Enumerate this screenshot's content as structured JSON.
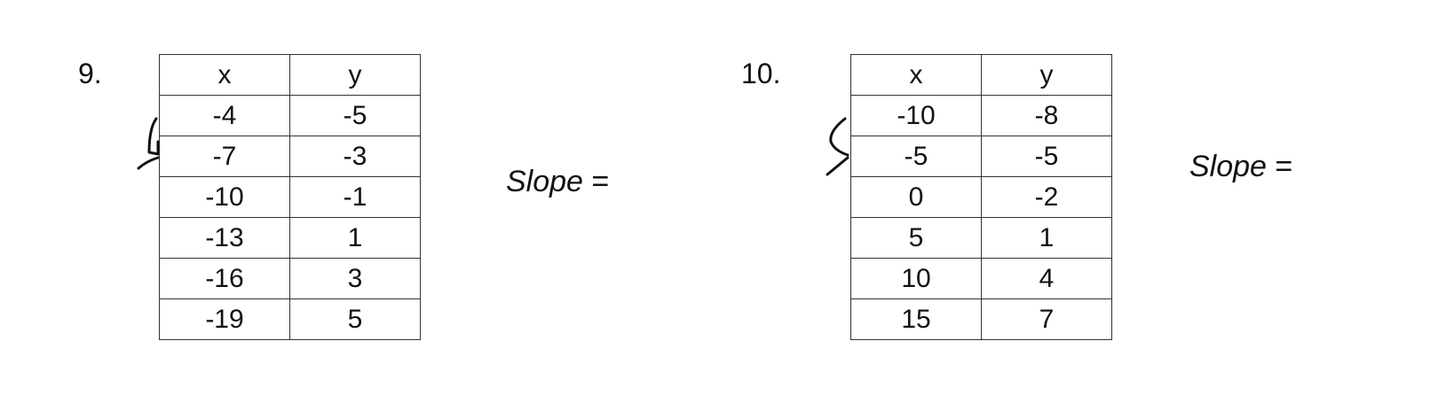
{
  "problems": [
    {
      "number": "9.",
      "headers": [
        "x",
        "y"
      ],
      "rows": [
        [
          "-4",
          "-5"
        ],
        [
          "-7",
          "-3"
        ],
        [
          "-10",
          "-1"
        ],
        [
          "-13",
          "1"
        ],
        [
          "-16",
          "3"
        ],
        [
          "-19",
          "5"
        ]
      ],
      "slope_label": "Slope",
      "slope_eq": "="
    },
    {
      "number": "10.",
      "headers": [
        "x",
        "y"
      ],
      "rows": [
        [
          "-10",
          "-8"
        ],
        [
          "-5",
          "-5"
        ],
        [
          "0",
          "-2"
        ],
        [
          "5",
          "1"
        ],
        [
          "10",
          "4"
        ],
        [
          "15",
          "7"
        ]
      ],
      "slope_label": "Slope",
      "slope_eq": "="
    }
  ]
}
